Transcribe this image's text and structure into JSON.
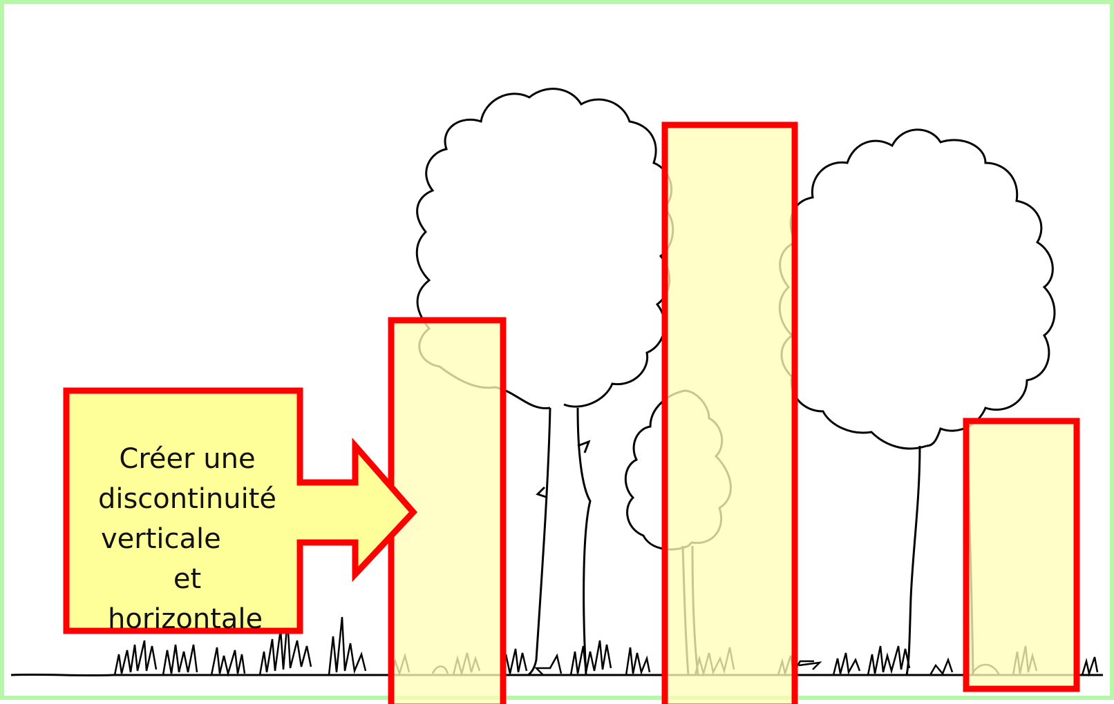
{
  "callout": {
    "lines": [
      "Créer une",
      "discontinuité",
      "verticale",
      "et",
      "horizontale"
    ]
  },
  "colors": {
    "frame": "#b6f7a8",
    "highlight_fill": "#fffcb8",
    "highlight_border": "#ff0000",
    "ink": "#000000"
  }
}
